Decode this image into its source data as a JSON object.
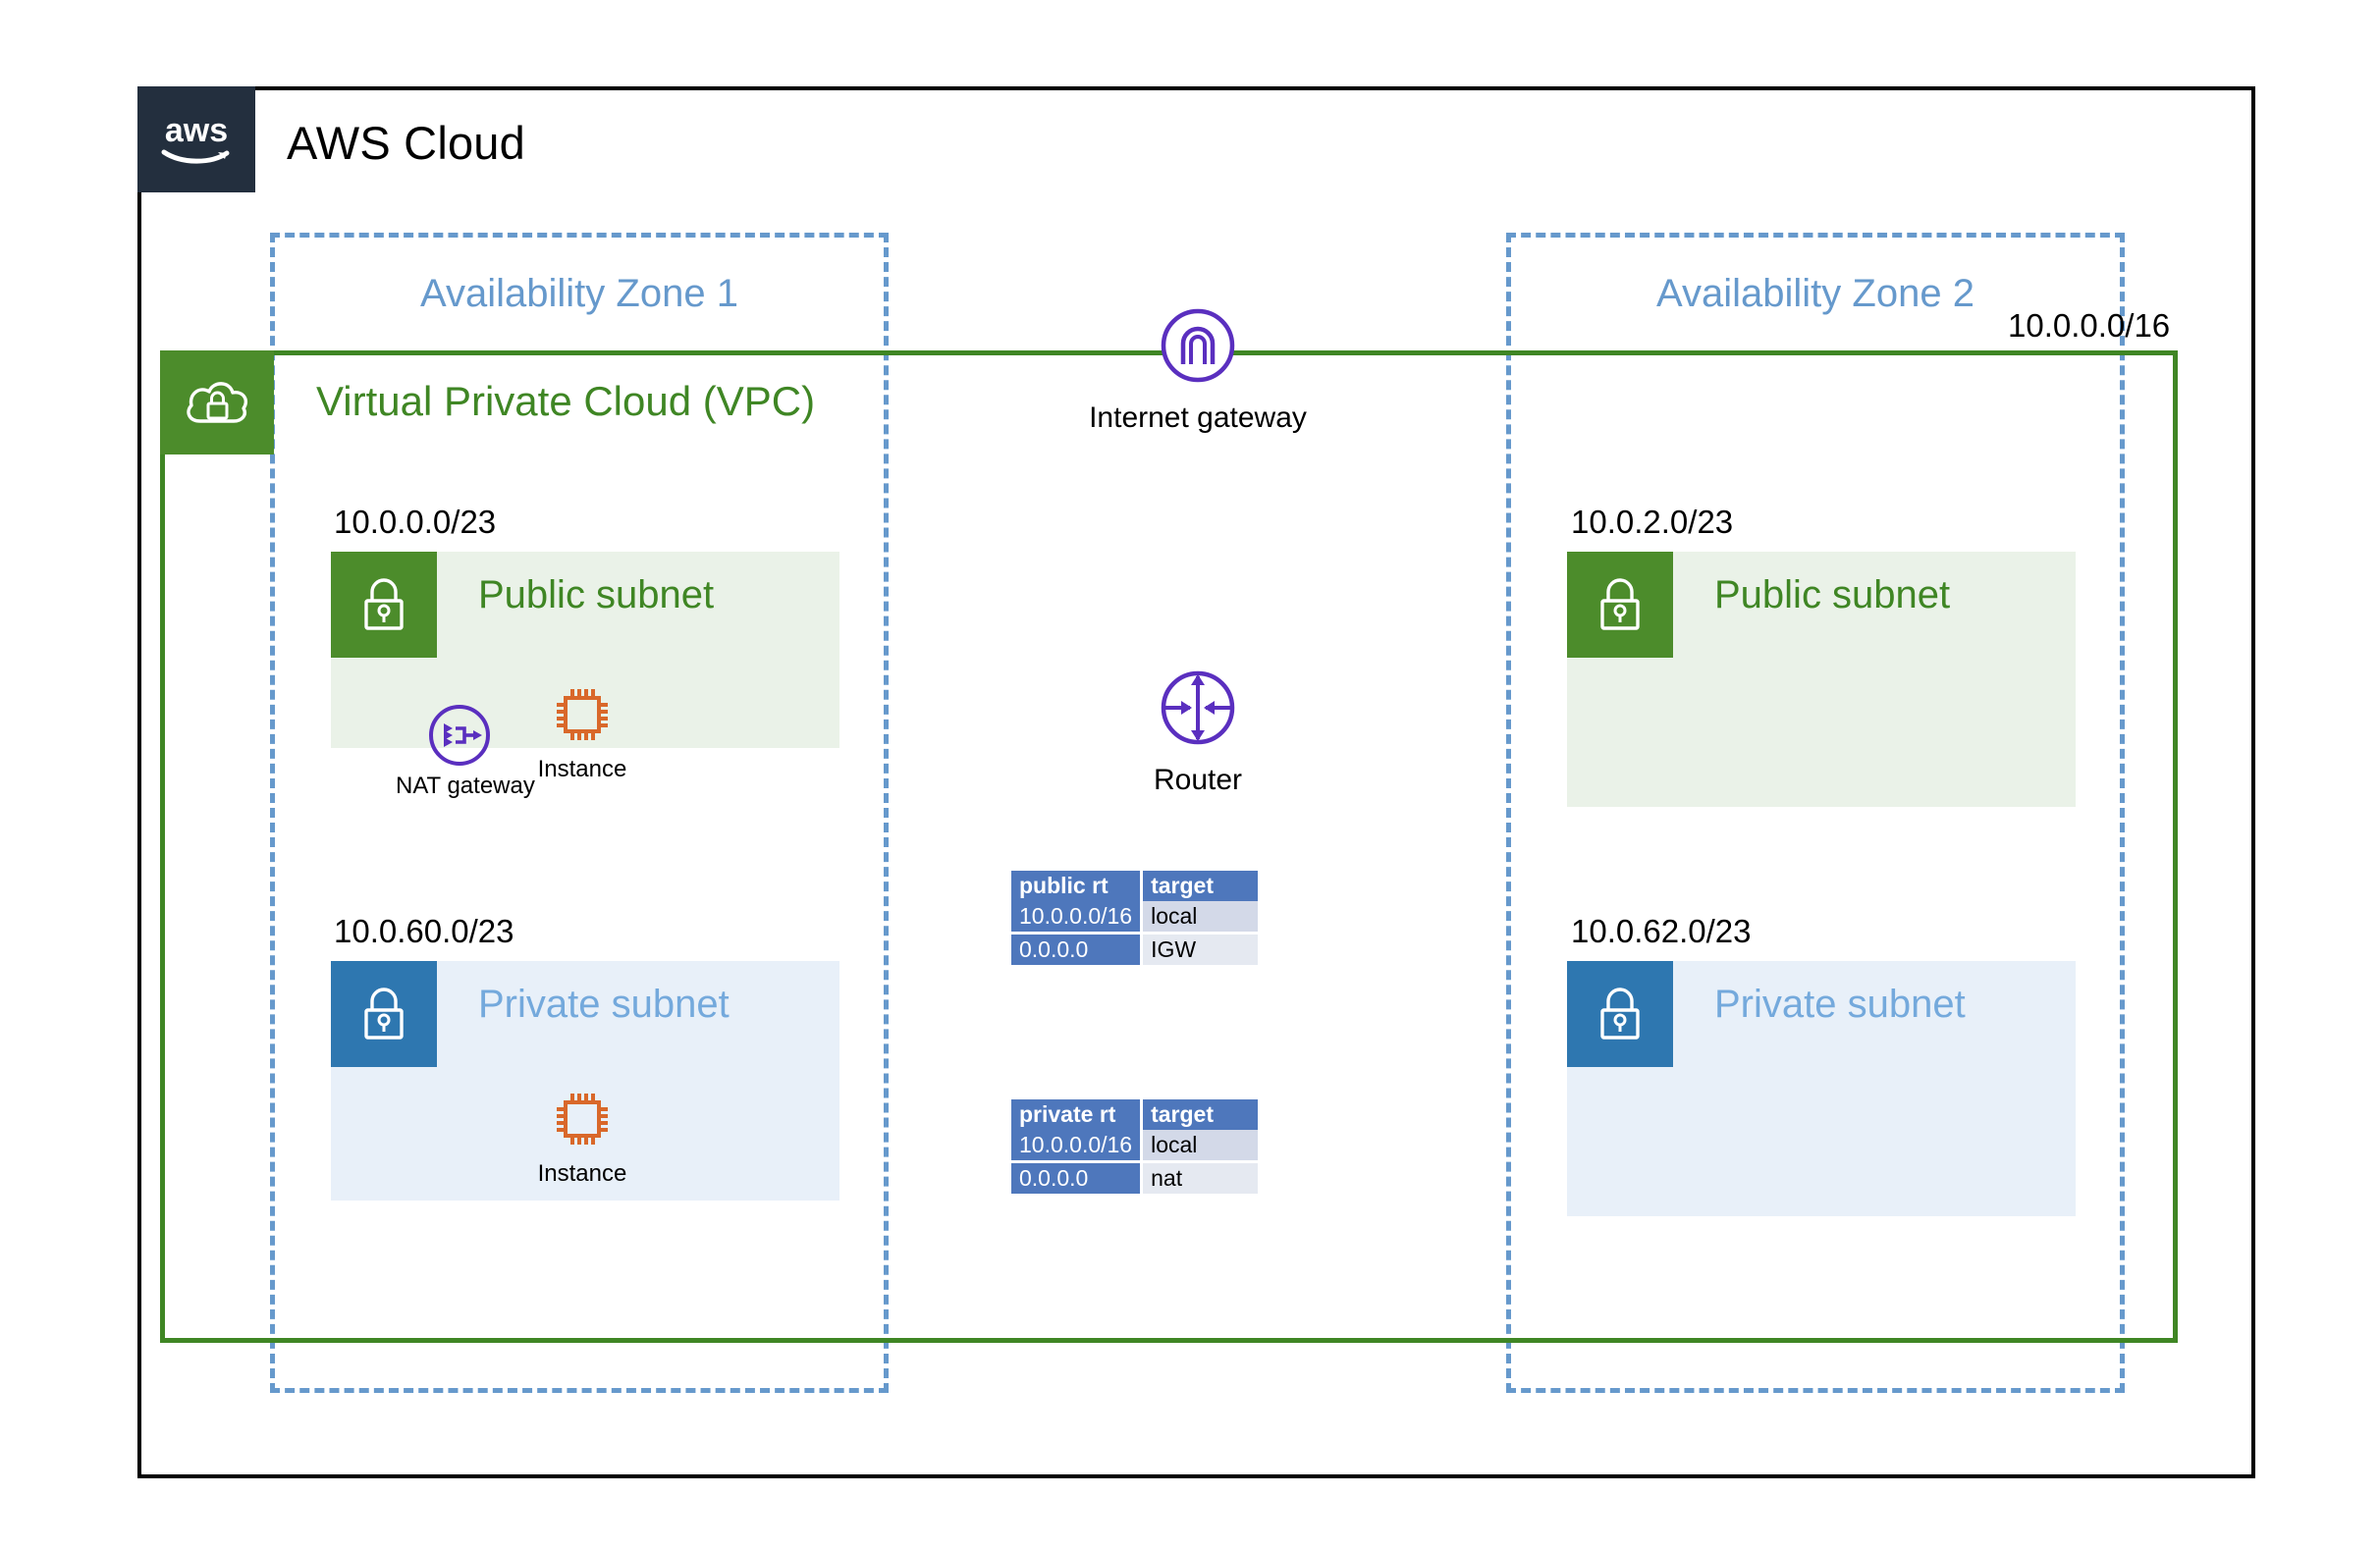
{
  "cloud": {
    "title": "AWS Cloud",
    "logo_icon": "aws-logo-icon"
  },
  "vpc": {
    "title": "Virtual Private Cloud (VPC)",
    "cidr": "10.0.0.0/16",
    "icon": "vpc-cloud-lock-icon",
    "border_color": "#3F8624"
  },
  "availability_zones": [
    {
      "label": "Availability Zone 1",
      "subnets": [
        {
          "type": "public",
          "title": "Public subnet",
          "cidr": "10.0.0.0/23",
          "icon": "lock-icon",
          "resources": [
            {
              "label": "NAT gateway",
              "icon": "nat-gateway-icon"
            },
            {
              "label": "Instance",
              "icon": "instance-chip-icon"
            }
          ]
        },
        {
          "type": "private",
          "title": "Private subnet",
          "cidr": "10.0.60.0/23",
          "icon": "lock-icon",
          "resources": [
            {
              "label": "Instance",
              "icon": "instance-chip-icon"
            }
          ]
        }
      ]
    },
    {
      "label": "Availability Zone 2",
      "subnets": [
        {
          "type": "public",
          "title": "Public subnet",
          "cidr": "10.0.2.0/23",
          "icon": "lock-icon",
          "resources": []
        },
        {
          "type": "private",
          "title": "Private subnet",
          "cidr": "10.0.62.0/23",
          "icon": "lock-icon",
          "resources": []
        }
      ]
    }
  ],
  "network_nodes": [
    {
      "label": "Internet gateway",
      "icon": "internet-gateway-icon"
    },
    {
      "label": "Router",
      "icon": "router-icon"
    }
  ],
  "route_tables": [
    {
      "name": "public-route-table",
      "headers": [
        "public rt",
        "target"
      ],
      "rows": [
        [
          "10.0.0.0/16",
          "local"
        ],
        [
          "0.0.0.0",
          "IGW"
        ]
      ]
    },
    {
      "name": "private-route-table",
      "headers": [
        "private rt",
        "target"
      ],
      "rows": [
        [
          "10.0.0.0/16",
          "local"
        ],
        [
          "0.0.0.0",
          "nat"
        ]
      ]
    }
  ],
  "colors": {
    "aws_navy": "#232F3E",
    "vpc_green": "#3F8624",
    "subnet_green_fill": "#EAF2E8",
    "subnet_blue_fill": "#E8F0F9",
    "icon_green": "#4C8C2B",
    "icon_blue": "#2E77B0",
    "az_blue": "#6699CC",
    "private_text_blue": "#74A9DC",
    "purple": "#5A2FBF",
    "orange": "#D9682A",
    "table_blue": "#4E77BC"
  }
}
